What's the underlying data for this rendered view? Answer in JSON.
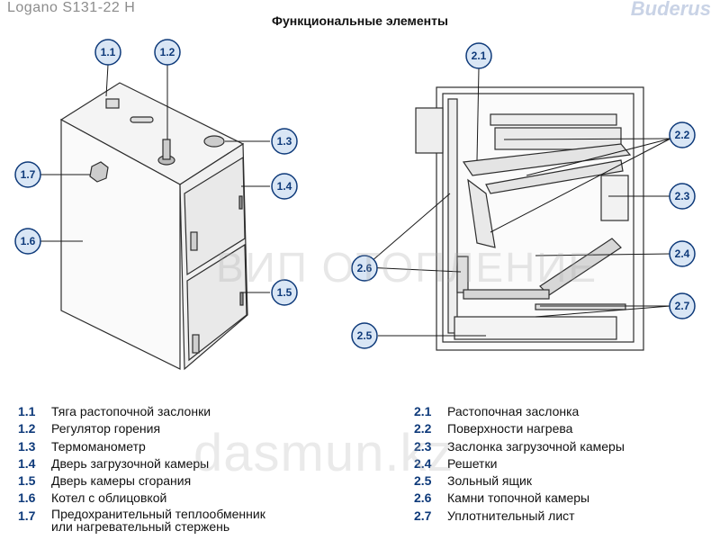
{
  "header": {
    "model": "Logano S131-22 H",
    "brand": "Buderus",
    "heading": "Функциональные элементы"
  },
  "callouts": {
    "c1_1": "1.1",
    "c1_2": "1.2",
    "c1_3": "1.3",
    "c1_4": "1.4",
    "c1_5": "1.5",
    "c1_6": "1.6",
    "c1_7": "1.7",
    "c2_1": "2.1",
    "c2_2": "2.2",
    "c2_3": "2.3",
    "c2_4": "2.4",
    "c2_5": "2.5",
    "c2_6": "2.6",
    "c2_7": "2.7"
  },
  "legend_left": [
    {
      "num": "1.1",
      "text": "Тяга растопочной заслонки"
    },
    {
      "num": "1.2",
      "text": "Регулятор горения"
    },
    {
      "num": "1.3",
      "text": "Термоманометр"
    },
    {
      "num": "1.4",
      "text": "Дверь загрузочной камеры"
    },
    {
      "num": "1.5",
      "text": "Дверь камеры сгорания"
    },
    {
      "num": "1.6",
      "text": "Котел с облицовкой"
    },
    {
      "num": "1.7",
      "text": "Предохранительный теплообменник\nили нагревательный стержень"
    }
  ],
  "legend_right": [
    {
      "num": "2.1",
      "text": "Растопочная заслонка"
    },
    {
      "num": "2.2",
      "text": "Поверхности нагрева"
    },
    {
      "num": "2.3",
      "text": "Заслонка загрузочной камеры"
    },
    {
      "num": "2.4",
      "text": "Решетки"
    },
    {
      "num": "2.5",
      "text": "Зольный ящик"
    },
    {
      "num": "2.6",
      "text": "Камни топочной камеры"
    },
    {
      "num": "2.7",
      "text": "Уплотнительный лист"
    }
  ],
  "watermarks": {
    "center": "ВИП ОТОПЛЕНИЕ",
    "bottom": "dasmun.kz"
  },
  "colors": {
    "callout_fill": "#d9e6f5",
    "callout_text": "#0e3a7a",
    "line": "#2d2d2d"
  }
}
